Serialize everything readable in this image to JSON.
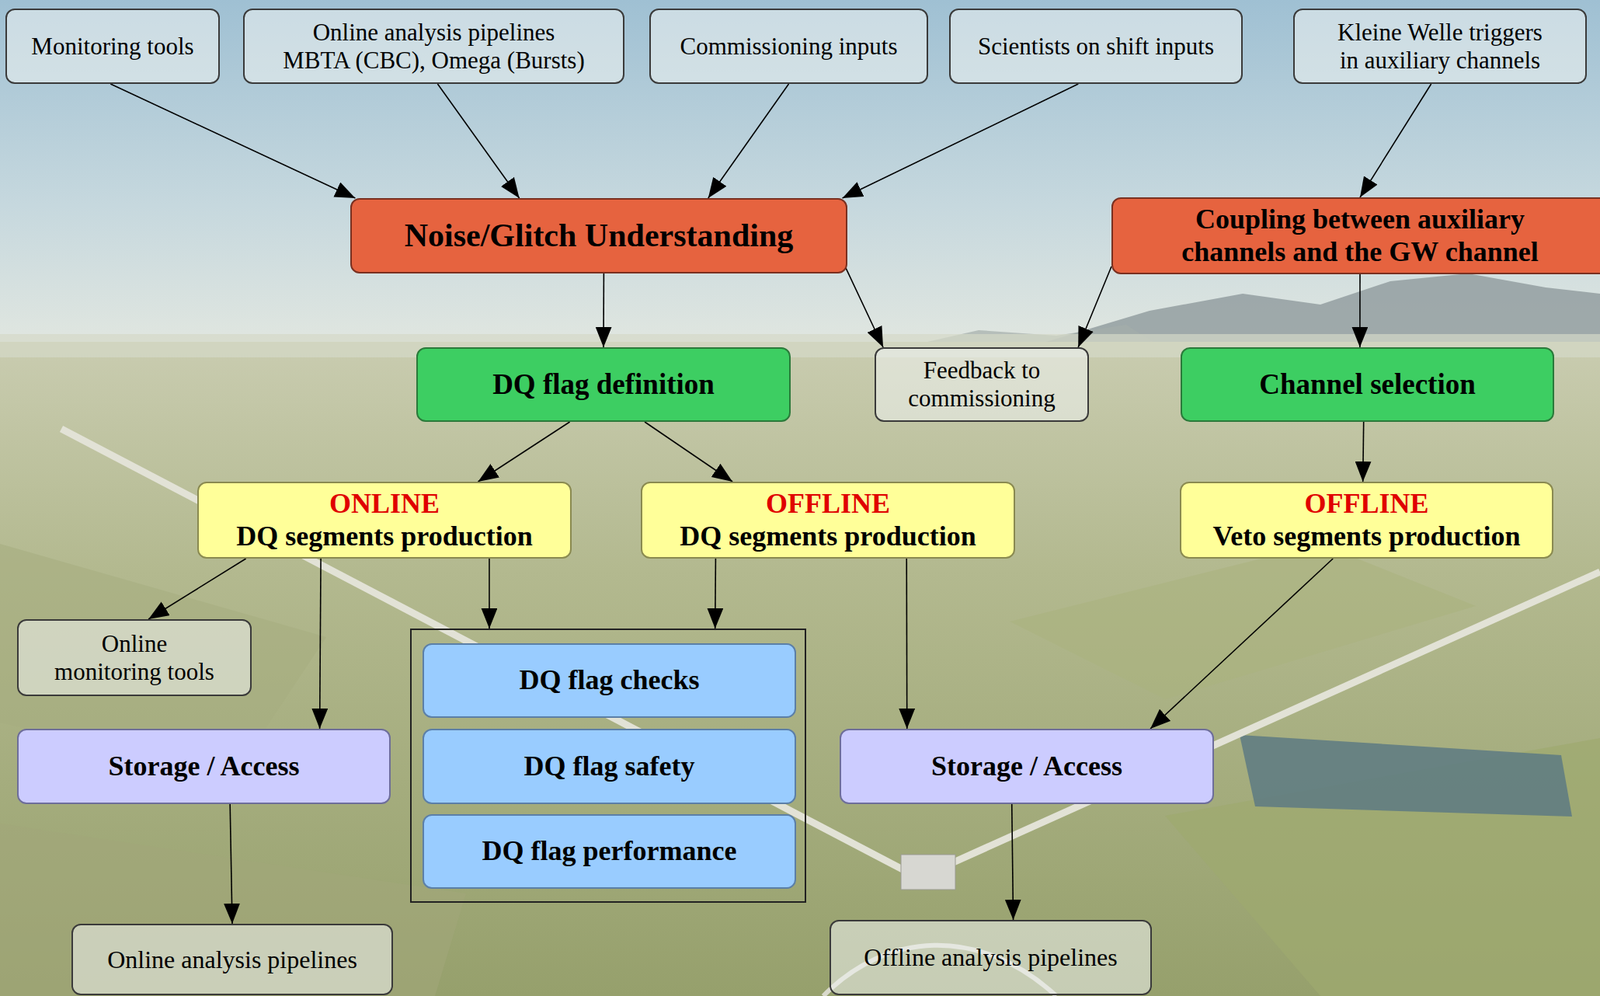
{
  "diagram": {
    "nodes": [
      {
        "text": [
          "Monitoring tools"
        ]
      },
      {
        "text": [
          "Online analysis pipelines MBTA (CBC), Omega (Bursts)"
        ]
      },
      {
        "text": [
          "Commissioning inputs"
        ]
      },
      {
        "text": [
          "Scientists on shift inputs"
        ]
      },
      {
        "text": [
          "Kleine Welle triggers in auxiliary channels"
        ]
      },
      {
        "text": [
          "Noise/Glitch Understanding"
        ]
      },
      {
        "text": [
          "Coupling between auxiliary channels and the GW channel"
        ]
      },
      {
        "text": [
          "DQ flag definition"
        ]
      },
      {
        "text": [
          "Feedback to commissioning"
        ]
      },
      {
        "text": [
          "Channel selection"
        ]
      },
      {
        "text": [
          "ONLINE",
          "DQ segments production"
        ]
      },
      {
        "text": [
          "OFFLINE",
          "DQ segments production"
        ]
      },
      {
        "text": [
          "OFFLINE",
          "Veto segments production"
        ]
      },
      {
        "text": [
          "Online monitoring tools"
        ]
      },
      {
        "text": []
      },
      {
        "text": [
          "DQ flag checks"
        ],
        "in": 14
      },
      {
        "text": [
          "DQ flag safety"
        ],
        "in": 14
      },
      {
        "text": [
          "DQ flag performance"
        ],
        "in": 14
      },
      {
        "text": [
          "Storage / Access"
        ]
      },
      {
        "text": [
          "Storage / Access"
        ]
      },
      {
        "text": [
          "Online analysis pipelines"
        ]
      },
      {
        "text": [
          "Offline analysis pipelines"
        ]
      }
    ],
    "edges": [
      {
        "from": 0,
        "to": 5,
        "arrow": "to"
      },
      {
        "from": 1,
        "to": 5,
        "arrow": "to"
      },
      {
        "from": 2,
        "to": 5,
        "arrow": "to"
      },
      {
        "from": 3,
        "to": 5,
        "arrow": "to"
      },
      {
        "from": 4,
        "to": 6,
        "arrow": "to"
      },
      {
        "from": 5,
        "to": 7,
        "arrow": "to"
      },
      {
        "from": 5,
        "to": 8,
        "arrow": "to"
      },
      {
        "from": 6,
        "to": 8,
        "arrow": "to"
      },
      {
        "from": 6,
        "to": 9,
        "arrow": "to"
      },
      {
        "from": 7,
        "to": 10,
        "arrow": "to"
      },
      {
        "from": 7,
        "to": 11,
        "arrow": "to"
      },
      {
        "from": 9,
        "to": 12,
        "arrow": "to"
      },
      {
        "from": 10,
        "to": 13,
        "arrow": "to"
      },
      {
        "from": 10,
        "to": 18,
        "arrow": "to"
      },
      {
        "from": 10,
        "to": 14,
        "arrow": "to"
      },
      {
        "from": 11,
        "to": 14,
        "arrow": "to"
      },
      {
        "from": 11,
        "to": 19,
        "arrow": "to"
      },
      {
        "from": 12,
        "to": 19,
        "arrow": "to"
      },
      {
        "from": 18,
        "to": 20,
        "arrow": "to"
      },
      {
        "from": 19,
        "to": 21,
        "arrow": "to"
      }
    ]
  }
}
